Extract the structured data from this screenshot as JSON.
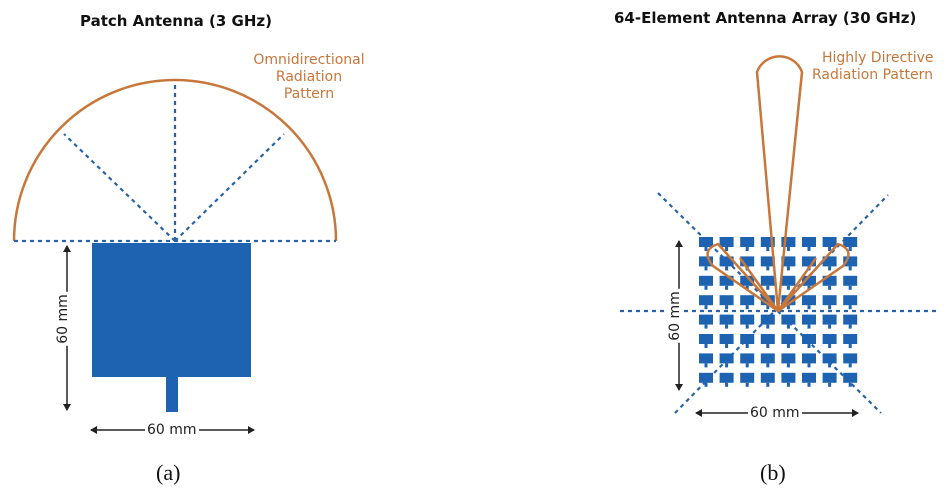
{
  "panel_a": {
    "title": "Patch Antenna (3 GHz)",
    "pattern_label_lines": [
      "Omnidirectional",
      "Radiation",
      "Pattern"
    ],
    "height_dimension": "60 mm",
    "width_dimension": "60 mm",
    "caption": "(a)"
  },
  "panel_b": {
    "title": "64-Element Antenna Array (30 GHz)",
    "pattern_label_lines": [
      "Highly Directive",
      "Radiation Pattern"
    ],
    "height_dimension": "60 mm",
    "width_dimension": "60 mm",
    "element_rows": 8,
    "element_cols": 8,
    "caption": "(b)"
  },
  "colors": {
    "antenna_blue": "#1d63b1",
    "pattern_orange": "#c8773a",
    "guide_line_blue": "#2a64a8"
  }
}
